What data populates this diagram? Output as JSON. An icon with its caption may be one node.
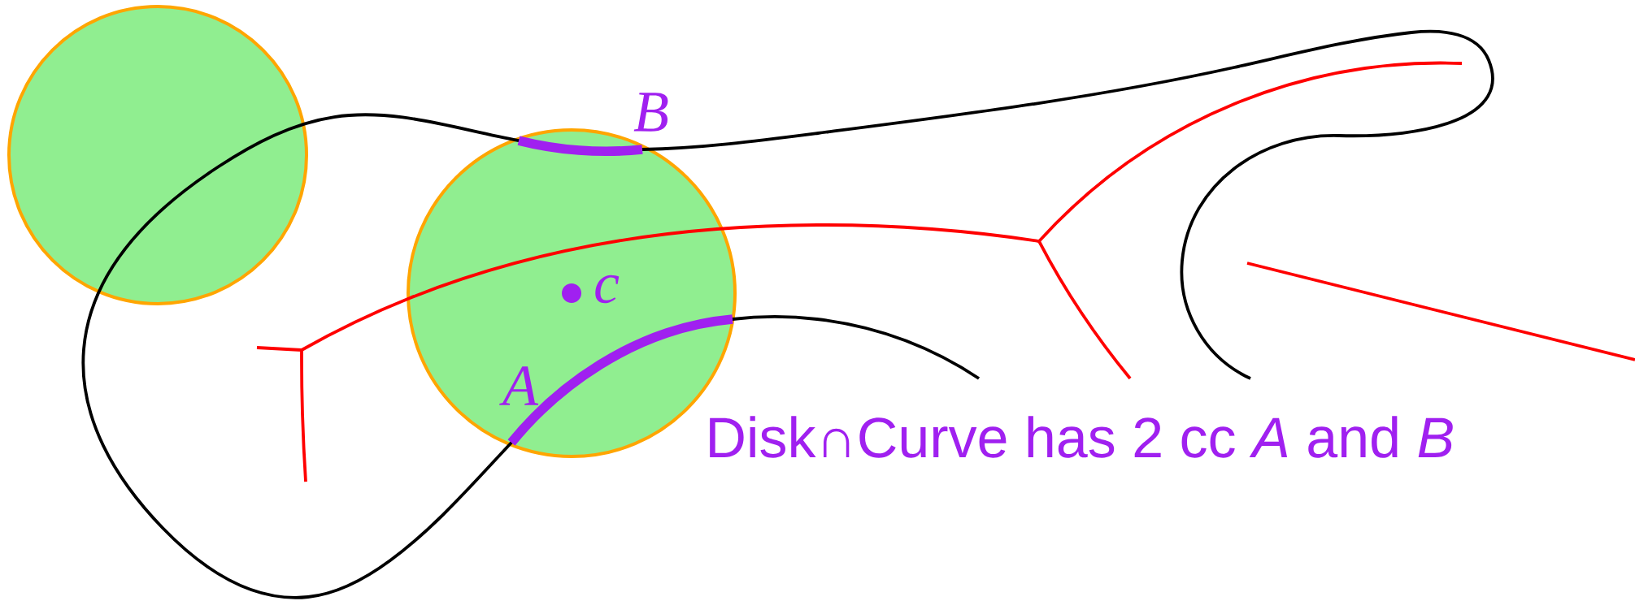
{
  "diagram": {
    "nodes": [
      {
        "text": [],
        "shape": "circle"
      },
      {
        "text": [],
        "shape": "circle"
      }
    ],
    "labels": [
      "B",
      "c",
      "A",
      "Disk∩Curve has 2 cc *A* and *B*"
    ]
  }
}
